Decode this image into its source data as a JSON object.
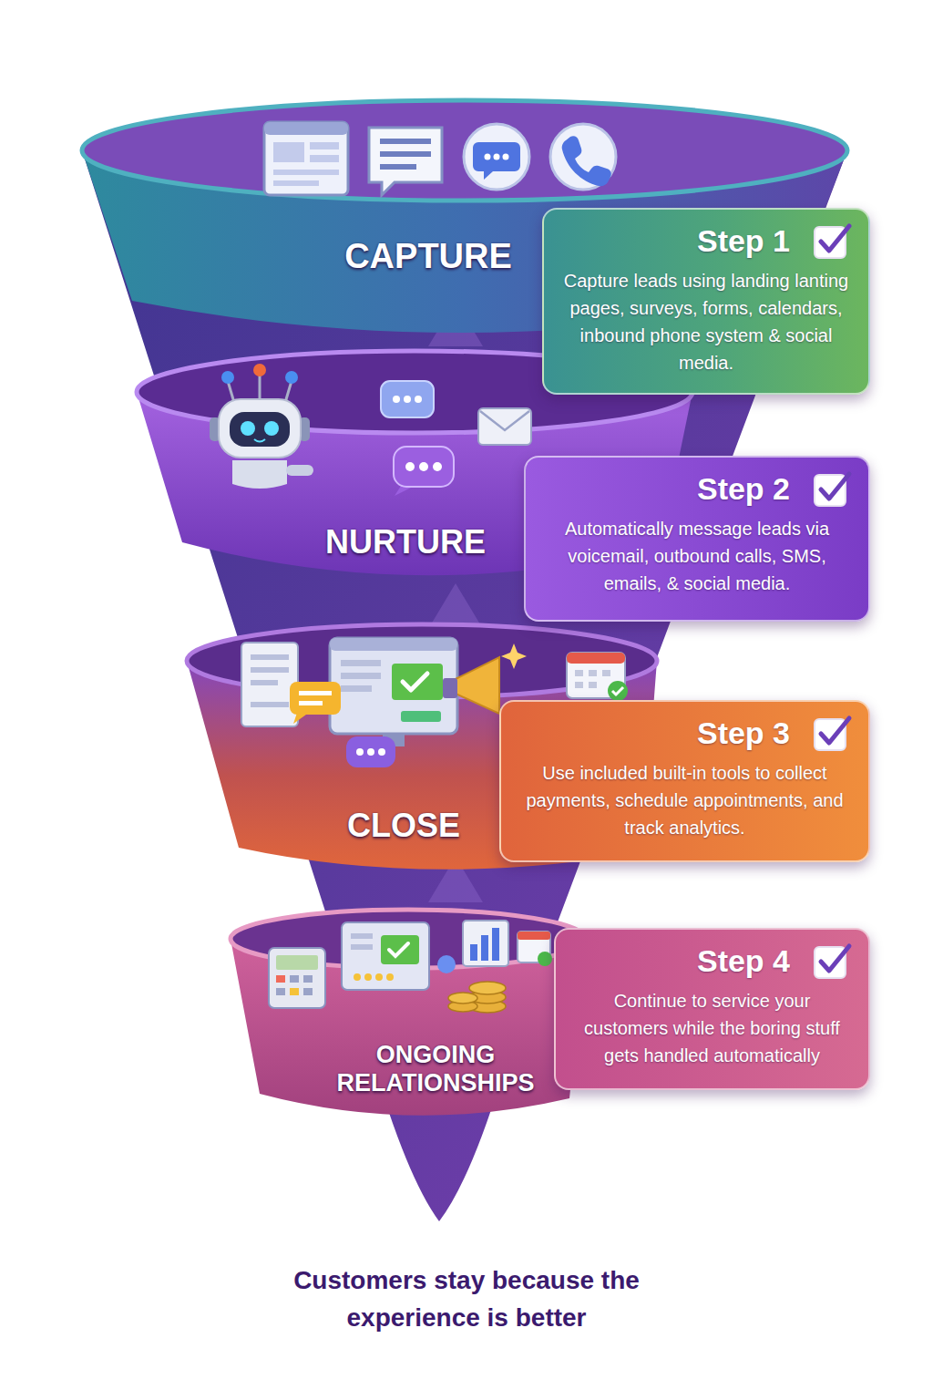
{
  "diagram": {
    "caption": "Customers stay because the experience is better",
    "nodes": [
      {
        "text": [
          "CAPTURE"
        ]
      },
      {
        "text": [
          "Step 1",
          "Capture leads using landing lanting pages, surveys, forms, calendars, inbound phone system & social media."
        ]
      },
      {
        "text": [
          "NURTURE"
        ]
      },
      {
        "text": [
          "Step 2",
          "Automatically message leads via voicemail, outbound calls, SMS, emails, & social media."
        ]
      },
      {
        "text": [
          "CLOSE"
        ]
      },
      {
        "text": [
          "Step 3",
          "Use included built-in tools to collect payments, schedule appointments, and track analytics."
        ]
      },
      {
        "text": [
          "ONGOING RELATIONSHIPS"
        ]
      },
      {
        "text": [
          "Step 4",
          "Continue to service your customers while the boring stuff gets handled automatically"
        ]
      }
    ]
  }
}
